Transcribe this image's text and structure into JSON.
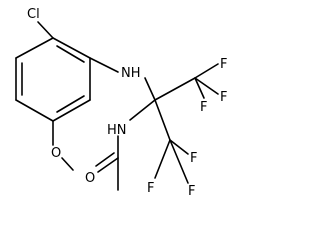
{
  "molecule": {
    "atoms": {
      "chlorine": "Cl",
      "amine_nh_upper": "NH",
      "amine_nh_lower": "HN",
      "methoxy_oxygen": "O",
      "carbonyl_oxygen": "O",
      "fluorine_1": "F",
      "fluorine_2": "F",
      "fluorine_3": "F",
      "fluorine_4": "F",
      "fluorine_5": "F",
      "fluorine_6": "F"
    }
  }
}
